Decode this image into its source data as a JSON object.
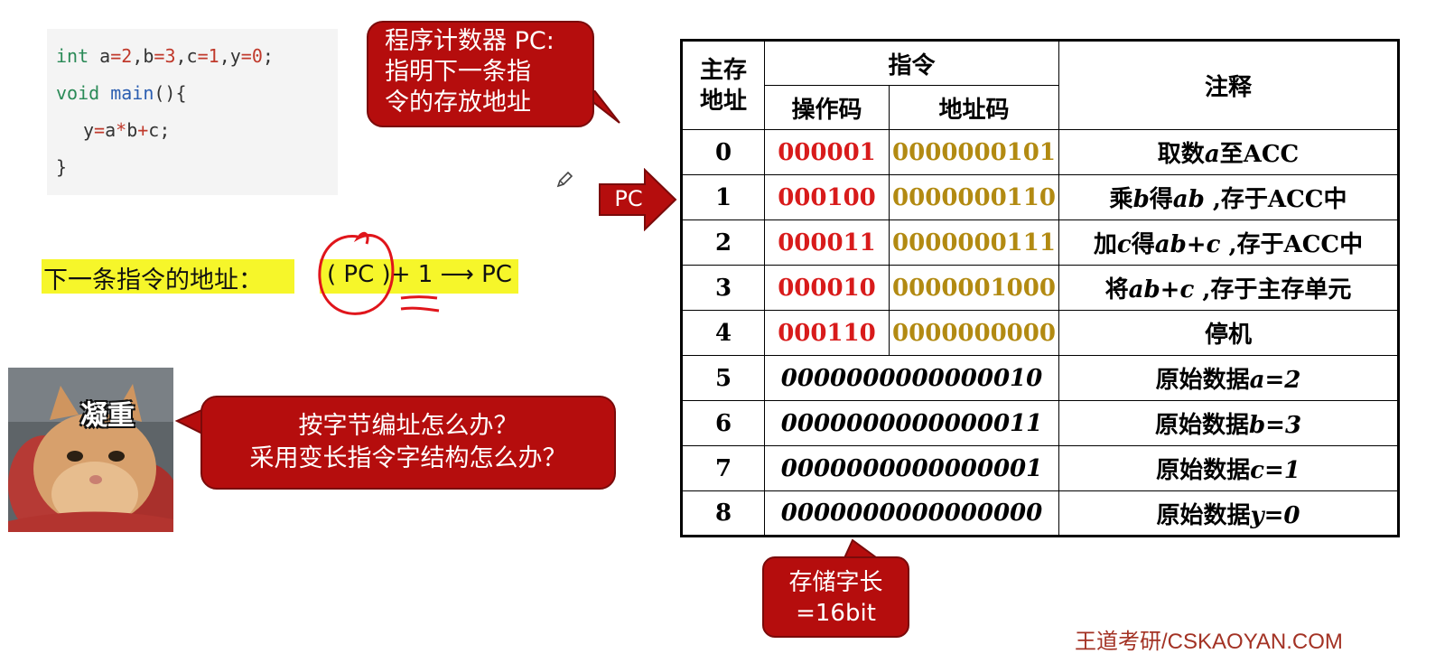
{
  "code": {
    "line1": {
      "kw": "int",
      "a": " a",
      "eq1": "=",
      "v1": "2",
      "b": ",b",
      "eq2": "=",
      "v2": "3",
      "c": ",c",
      "eq3": "=",
      "v3": "1",
      "y": ",y",
      "eq4": "=",
      "v4": "0",
      "end": ";"
    },
    "line2": {
      "kw": "void",
      "fn": "main",
      "rest": "(){"
    },
    "line3": {
      "lhs": "y",
      "eq": "=",
      "a": "a",
      "mul": "*",
      "b": "b",
      "plus": "+",
      "c": "c;"
    },
    "line4": "}"
  },
  "pc_callout": {
    "line1": "程序计数器 PC:",
    "line2": "指明下一条指",
    "line3": "令的存放地址"
  },
  "next_addr": {
    "label": "下一条指令的地址：",
    "pc_open": "(",
    "pc": "PC",
    "pc_close": ")",
    "plus_one": "+ 1",
    "arrow": "⟶",
    "target": "PC"
  },
  "meme_label": "凝重",
  "question_callout": {
    "line1": "按字节编址怎么办？",
    "line2": "采用变长指令字结构怎么办？"
  },
  "pc_arrow_label": "PC",
  "table": {
    "header": {
      "addr": "主存\n地址",
      "instruction": "指令",
      "opcode": "操作码",
      "address_code": "地址码",
      "comment": "注释"
    },
    "instruction_rows": [
      {
        "addr": "0",
        "opcode": "000001",
        "address_code": "0000000101",
        "comment": [
          {
            "t": "取数"
          },
          {
            "t": "a",
            "i": true
          },
          {
            "t": "至ACC"
          }
        ]
      },
      {
        "addr": "1",
        "opcode": "000100",
        "address_code": "0000000110",
        "comment": [
          {
            "t": "乘"
          },
          {
            "t": "b",
            "i": true
          },
          {
            "t": "得"
          },
          {
            "t": "ab",
            "i": true
          },
          {
            "t": " ,存于ACC中"
          }
        ]
      },
      {
        "addr": "2",
        "opcode": "000011",
        "address_code": "0000000111",
        "comment": [
          {
            "t": "加"
          },
          {
            "t": "c",
            "i": true
          },
          {
            "t": "得"
          },
          {
            "t": "ab+c",
            "i": true
          },
          {
            "t": "  ,存于ACC中"
          }
        ]
      },
      {
        "addr": "3",
        "opcode": "000010",
        "address_code": "0000001000",
        "comment": [
          {
            "t": "将"
          },
          {
            "t": "ab+c",
            "i": true
          },
          {
            "t": " ,存于主存单元"
          }
        ]
      },
      {
        "addr": "4",
        "opcode": "000110",
        "address_code": "0000000000",
        "comment": [
          {
            "t": "停机"
          }
        ]
      }
    ],
    "data_rows": [
      {
        "addr": "5",
        "value": "0000000000000010",
        "comment": [
          {
            "t": "原始数据"
          },
          {
            "t": "a=2",
            "i": true
          }
        ]
      },
      {
        "addr": "6",
        "value": "0000000000000011",
        "comment": [
          {
            "t": "原始数据"
          },
          {
            "t": "b=3",
            "i": true
          }
        ]
      },
      {
        "addr": "7",
        "value": "0000000000000001",
        "comment": [
          {
            "t": "原始数据"
          },
          {
            "t": "c=1",
            "i": true
          }
        ]
      },
      {
        "addr": "8",
        "value": "0000000000000000",
        "comment": [
          {
            "t": "原始数据"
          },
          {
            "t": "y=0",
            "i": true
          }
        ]
      }
    ]
  },
  "word_length_callout": {
    "line1": "存储字长",
    "line2": "=16bit"
  },
  "watermark": "王道考研/CSKAOYAN.COM",
  "colors": {
    "callout_red": "#b50d0d",
    "opcode_red": "#d81b1b",
    "address_gold": "#b28a12",
    "highlight_yellow": "#f6f62a",
    "annotation_red": "#e0151b"
  }
}
